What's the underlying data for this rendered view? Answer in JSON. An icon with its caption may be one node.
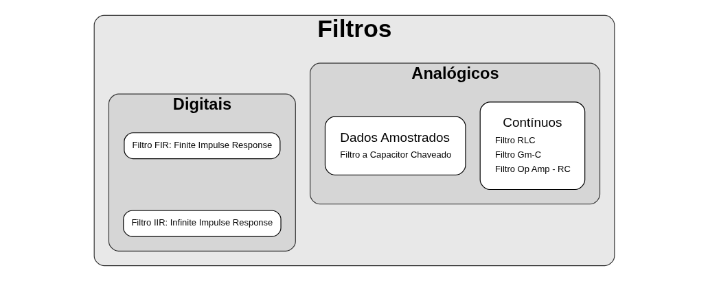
{
  "diagram": {
    "nodes": [
      {
        "text": [
          "Filtros"
        ]
      },
      {
        "text": [
          "Analógicos"
        ],
        "in": 0
      },
      {
        "text": [
          "Contínuos",
          "Filtro RLC",
          "Filtro Gm-C",
          "Filtro Op Amp - RC"
        ],
        "in": 1
      },
      {
        "text": [
          "Dados Amostrados",
          "Filtro a Capacitor Chaveado"
        ],
        "in": 1
      },
      {
        "text": [
          "Digitais"
        ],
        "in": 0
      },
      {
        "text": [
          "Filtro FIR: Finite Impulse Response"
        ],
        "in": 4
      },
      {
        "text": [
          "Filtro IIR: Infinite Impulse Response"
        ],
        "in": 4
      }
    ],
    "edges": []
  }
}
